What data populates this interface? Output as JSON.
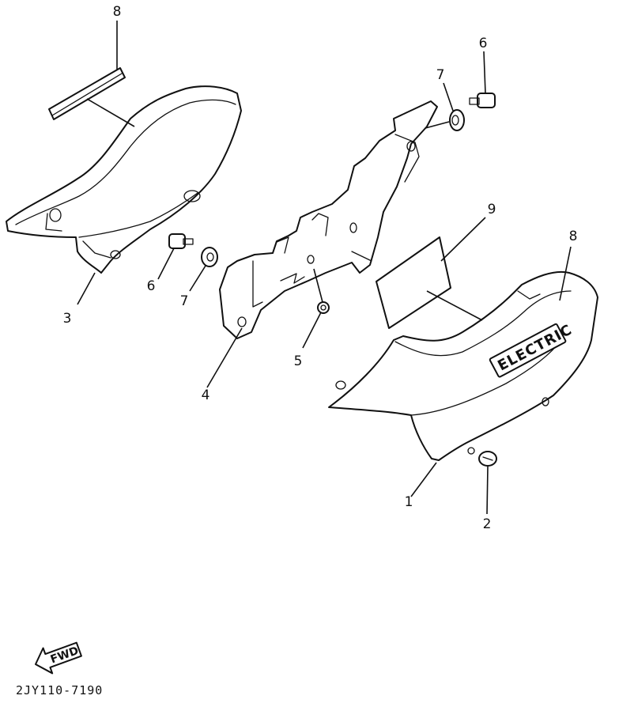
{
  "callouts": {
    "c1": "1",
    "c2": "2",
    "c3": "3",
    "c4": "4",
    "c5": "5",
    "c6a": "6",
    "c6b": "6",
    "c7a": "7",
    "c7b": "7",
    "c8a": "8",
    "c8b": "8",
    "c9": "9"
  },
  "emblem_text": "ELECTRIC",
  "fwd_label": "FWD",
  "diagram_code": "2JY110-7190"
}
